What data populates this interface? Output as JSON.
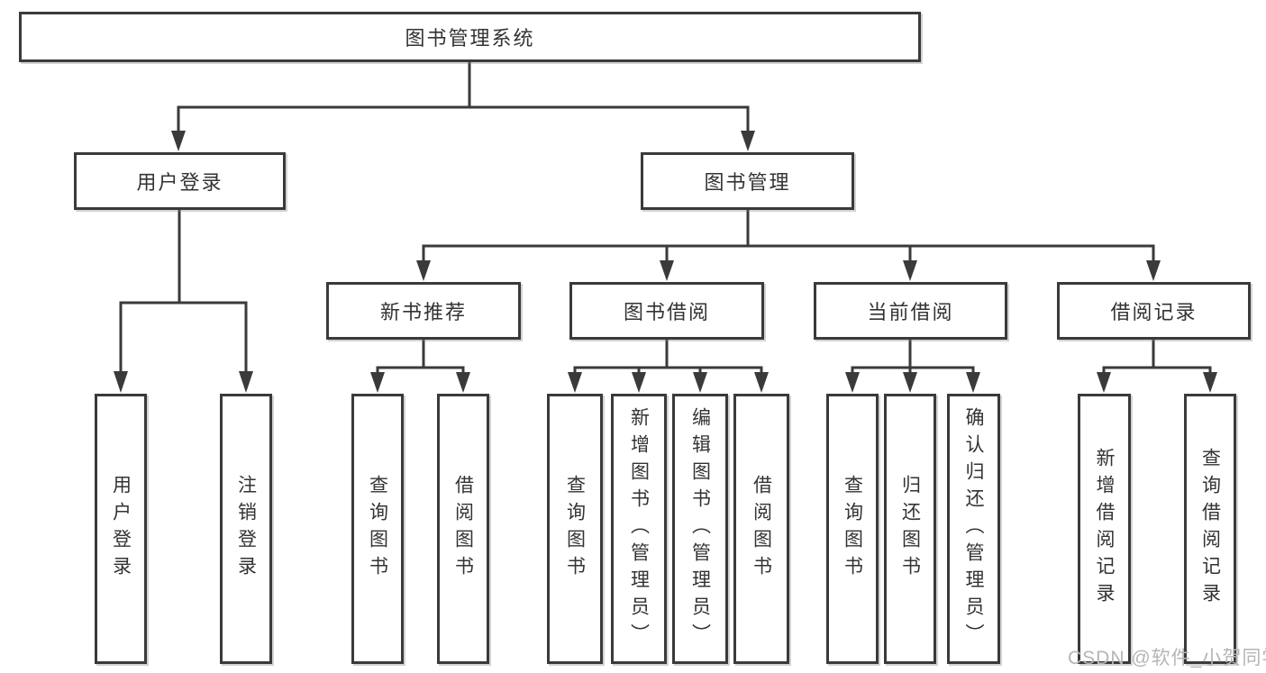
{
  "tree": {
    "root": {
      "label": "图书管理系统"
    },
    "children": [
      {
        "label": "用户登录",
        "children": [
          {
            "label": "用户登录"
          },
          {
            "label": "注销登录"
          }
        ]
      },
      {
        "label": "图书管理",
        "children": [
          {
            "label": "新书推荐",
            "children": [
              {
                "label": "查询图书"
              },
              {
                "label": "借阅图书"
              }
            ]
          },
          {
            "label": "图书借阅",
            "children": [
              {
                "label": "查询图书"
              },
              {
                "label": "新增图书（管理员）"
              },
              {
                "label": "编辑图书（管理员）"
              },
              {
                "label": "借阅图书"
              }
            ]
          },
          {
            "label": "当前借阅",
            "children": [
              {
                "label": "查询图书"
              },
              {
                "label": "归还图书"
              },
              {
                "label": "确认归还（管理员）"
              }
            ]
          },
          {
            "label": "借阅记录",
            "children": [
              {
                "label": "新增借阅记录"
              },
              {
                "label": "查询借阅记录"
              }
            ]
          }
        ]
      }
    ]
  },
  "watermark": {
    "text": "CSDN @软件_小贺同学"
  },
  "colors": {
    "line": "#3a3a3a",
    "text": "#333333",
    "background": "#ffffff",
    "watermark": "#b5b5b5"
  }
}
